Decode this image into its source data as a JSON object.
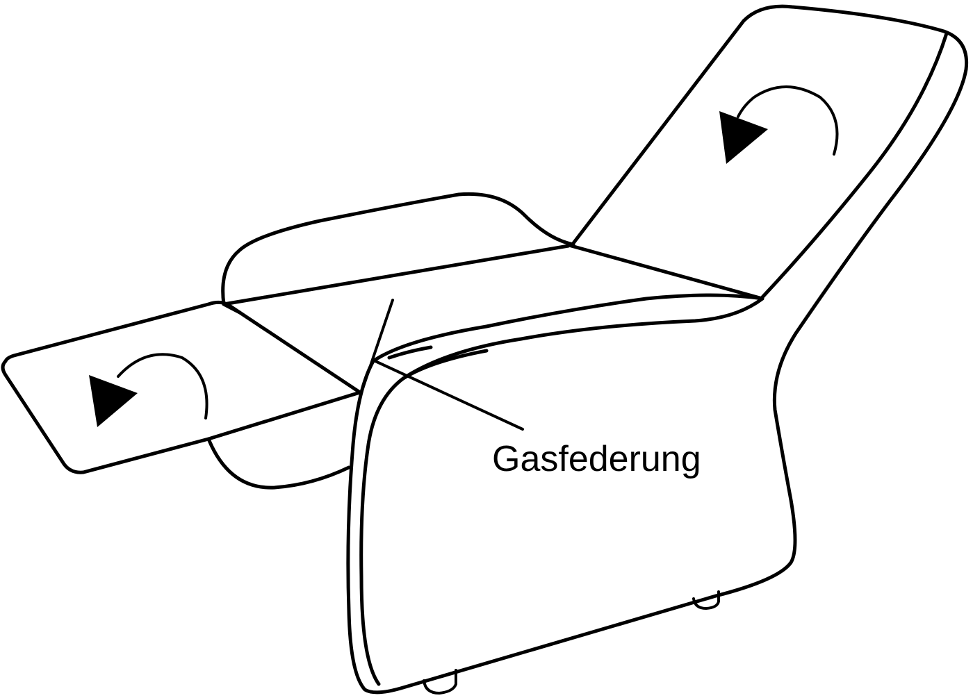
{
  "diagram": {
    "callout": {
      "label": "Gasfederung"
    },
    "rotation_arrows": [
      {
        "part": "footrest",
        "icon": "counterclockwise-rotation-arrow"
      },
      {
        "part": "backrest",
        "icon": "counterclockwise-rotation-arrow"
      }
    ],
    "colors": {
      "line": "#000000",
      "background": "#ffffff"
    }
  }
}
